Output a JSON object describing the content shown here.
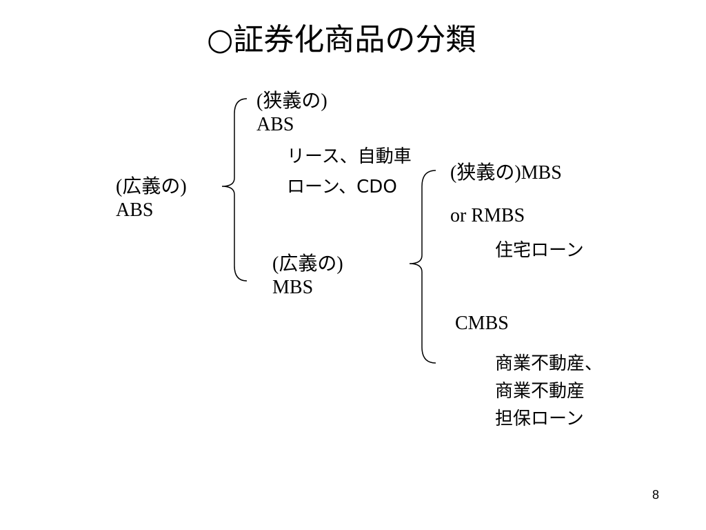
{
  "title": "○証券化商品の分類",
  "broad_abs": {
    "line1": "(広義の)",
    "line2": "ABS"
  },
  "narrow_abs": {
    "line1": "(狭義の)",
    "line2": "ABS",
    "line3": "リース、自動車",
    "line4": "ローン、CDO"
  },
  "broad_mbs": {
    "line1": "(広義の)",
    "line2": "MBS"
  },
  "narrow_mbs": {
    "line1": "(狭義の)MBS",
    "line2": "or  RMBS",
    "line3": "住宅ローン"
  },
  "cmbs": {
    "line1": "CMBS",
    "line2": "商業不動産、",
    "line3": "商業不動産",
    "line4": "担保ローン"
  },
  "slide_number": "8"
}
